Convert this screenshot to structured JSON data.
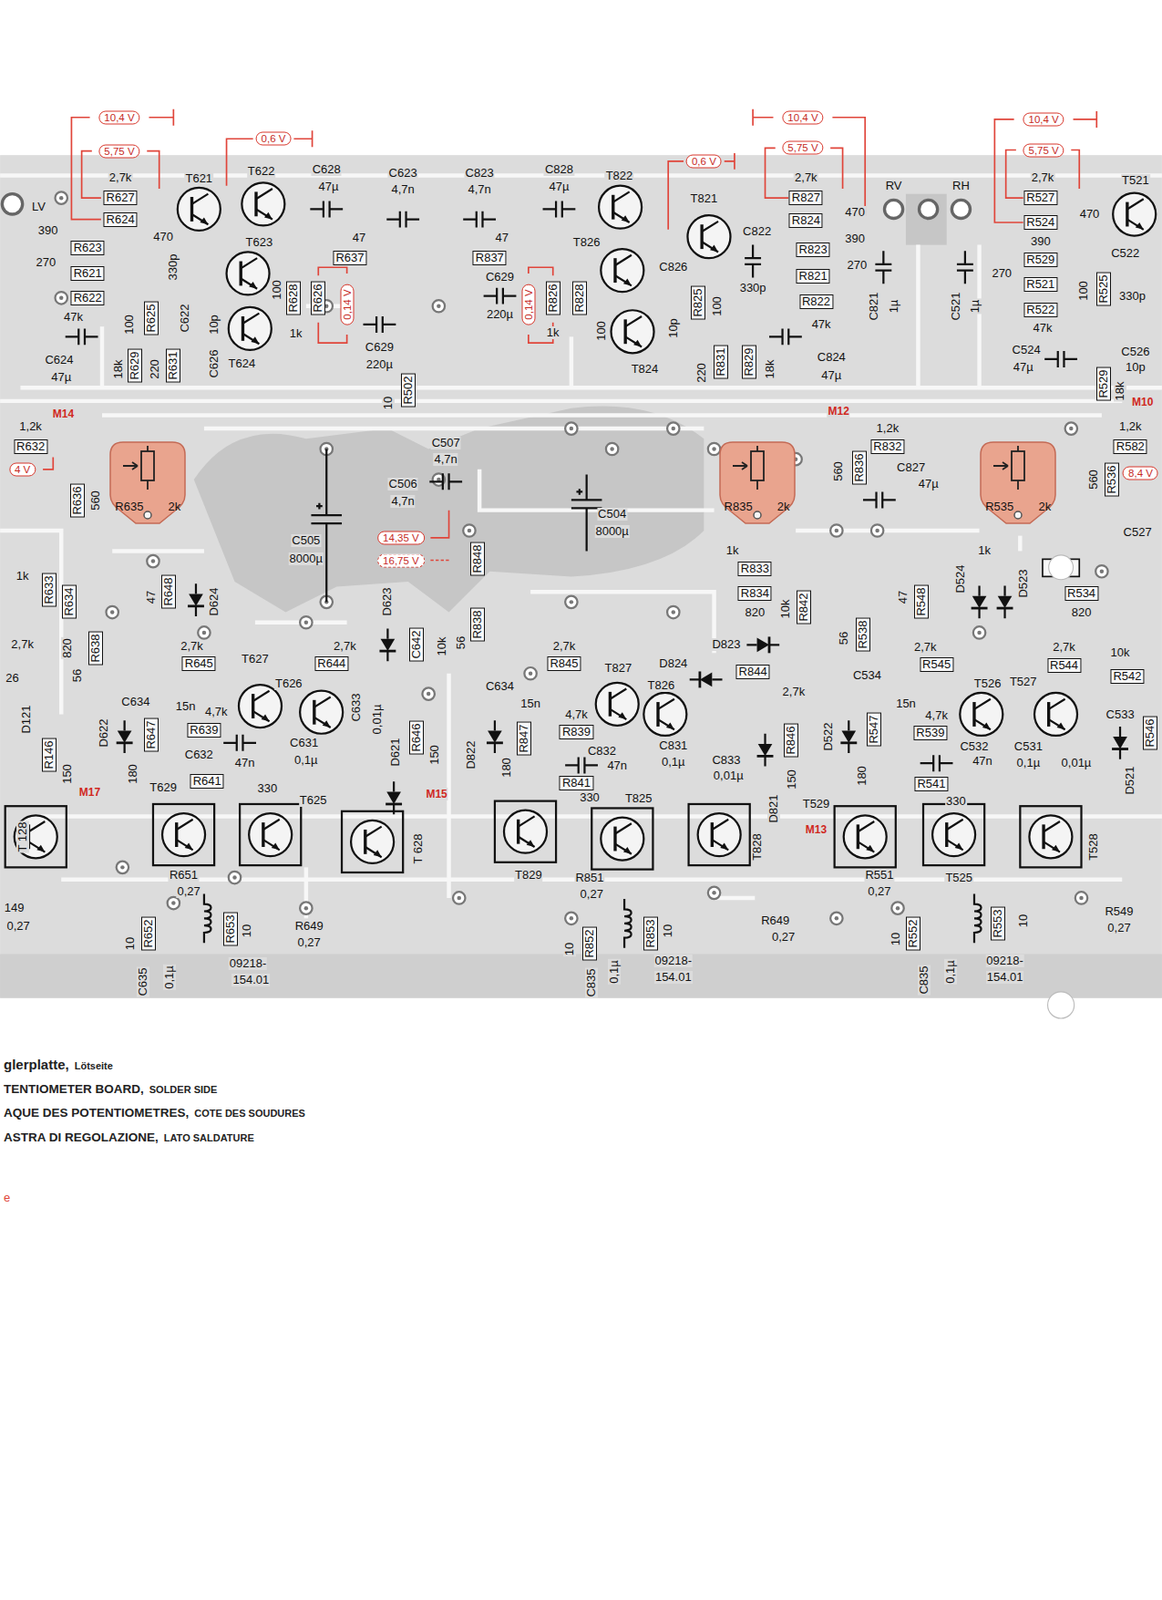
{
  "diagram": {
    "nodes": [
      {
        "text": [
          "10,4 V"
        ]
      },
      {
        "text": [
          "10,4 V"
        ]
      },
      {
        "text": [
          "10,4 V"
        ]
      },
      {
        "text": [
          "0,6 V"
        ]
      },
      {
        "text": [
          "5,75 V"
        ]
      },
      {
        "text": [
          "5,75 V"
        ]
      },
      {
        "text": [
          "5,75 V"
        ]
      },
      {
        "text": [
          "0,6 V"
        ]
      },
      {
        "text": [
          "R627"
        ]
      },
      {
        "text": [
          "R827"
        ]
      },
      {
        "text": [
          "R527"
        ]
      },
      {
        "text": [
          "R624"
        ]
      },
      {
        "text": [
          "R824"
        ]
      },
      {
        "text": [
          "R524"
        ]
      },
      {
        "text": [
          "R623"
        ]
      },
      {
        "text": [
          "R637"
        ]
      },
      {
        "text": [
          "R837"
        ]
      },
      {
        "text": [
          "R823"
        ]
      },
      {
        "text": [
          "R529"
        ]
      },
      {
        "text": [
          "R621"
        ]
      },
      {
        "text": [
          "R821"
        ]
      },
      {
        "text": [
          "R521"
        ]
      },
      {
        "text": [
          "R622"
        ]
      },
      {
        "text": [
          "R822"
        ]
      },
      {
        "text": [
          "R522"
        ]
      },
      {
        "text": [
          "R625"
        ]
      },
      {
        "text": [
          "R628"
        ]
      },
      {
        "text": [
          "R626"
        ]
      },
      {
        "text": [
          "0,14 V"
        ]
      },
      {
        "text": [
          "0,14 V"
        ]
      },
      {
        "text": [
          "R826"
        ]
      },
      {
        "text": [
          "R828"
        ]
      },
      {
        "text": [
          "R825"
        ]
      },
      {
        "text": [
          "R525"
        ]
      },
      {
        "text": [
          "R629"
        ]
      },
      {
        "text": [
          "R631"
        ]
      },
      {
        "text": [
          "R831"
        ]
      },
      {
        "text": [
          "R829"
        ]
      },
      {
        "text": [
          "R529"
        ]
      },
      {
        "text": [
          "R502"
        ]
      },
      {
        "text": [
          "R632"
        ]
      },
      {
        "text": [
          "R832"
        ]
      },
      {
        "text": [
          "R582"
        ]
      },
      {
        "text": [
          "4 V"
        ]
      },
      {
        "text": [
          "R635",
          "2k"
        ]
      },
      {
        "text": [
          "R636"
        ]
      },
      {
        "text": [
          "R835",
          "2k"
        ]
      },
      {
        "text": [
          "R836"
        ]
      },
      {
        "text": [
          "R535",
          "2k"
        ]
      },
      {
        "text": [
          "R536"
        ]
      },
      {
        "text": [
          "8,4 V"
        ]
      },
      {
        "text": [
          "14,35 V"
        ]
      },
      {
        "text": [
          "16,75 V"
        ]
      },
      {
        "text": [
          "R848"
        ]
      },
      {
        "text": [
          "R833"
        ]
      },
      {
        "text": [
          "R534"
        ]
      },
      {
        "text": [
          "R834"
        ]
      },
      {
        "text": [
          "R633"
        ]
      },
      {
        "text": [
          "R648"
        ]
      },
      {
        "text": [
          "R634"
        ]
      },
      {
        "text": [
          "R842"
        ]
      },
      {
        "text": [
          "R548"
        ]
      },
      {
        "text": [
          "C642"
        ]
      },
      {
        "text": [
          "R638"
        ]
      },
      {
        "text": [
          "R838"
        ]
      },
      {
        "text": [
          "R538"
        ]
      },
      {
        "text": [
          "R645"
        ]
      },
      {
        "text": [
          "R644"
        ]
      },
      {
        "text": [
          "R845"
        ]
      },
      {
        "text": [
          "R545"
        ]
      },
      {
        "text": [
          "R544"
        ]
      },
      {
        "text": [
          "R844"
        ]
      },
      {
        "text": [
          "R542"
        ]
      },
      {
        "text": [
          "R647"
        ]
      },
      {
        "text": [
          "R639"
        ]
      },
      {
        "text": [
          "R847"
        ]
      },
      {
        "text": [
          "R839"
        ]
      },
      {
        "text": [
          "R539"
        ]
      },
      {
        "text": [
          "R547"
        ]
      },
      {
        "text": [
          "R646"
        ]
      },
      {
        "text": [
          "R846"
        ]
      },
      {
        "text": [
          "R546"
        ]
      },
      {
        "text": [
          "R146"
        ]
      },
      {
        "text": [
          "R641"
        ]
      },
      {
        "text": [
          "R841"
        ]
      },
      {
        "text": [
          "R541"
        ]
      },
      {
        "text": [
          "R653"
        ]
      },
      {
        "text": [
          "R652"
        ]
      },
      {
        "text": [
          "R852"
        ]
      },
      {
        "text": [
          "R853"
        ]
      },
      {
        "text": [
          "R552"
        ]
      },
      {
        "text": [
          "R553"
        ]
      }
    ],
    "labels": [
      "LV",
      "390",
      "270",
      "47k",
      "2,7k",
      "470",
      "330p",
      "T621",
      "T622",
      "C628",
      "47µ",
      "C623",
      "4,7n",
      "C823",
      "4,7n",
      "C828",
      "47µ",
      "T822",
      "T821",
      "C822",
      "330p",
      "2,7k",
      "470",
      "390",
      "270",
      "47k",
      "RV",
      "RH",
      "2,7k",
      "470",
      "T521",
      "390",
      "270",
      "47k",
      "100",
      "C522",
      "330p",
      "47",
      "47",
      "T623",
      "T826",
      "100",
      "C622",
      "10p",
      "C626",
      "100",
      "1k",
      "T624",
      "C629",
      "220µ",
      "C629",
      "220µ",
      "1k",
      "100",
      "C826",
      "10p",
      "100",
      "T824",
      "220",
      "18k",
      "C824",
      "47µ",
      "C821",
      "1µ",
      "C521",
      "1µ",
      "C624",
      "47µ",
      "18k",
      "220",
      "10",
      "C524",
      "47µ",
      "C526",
      "10p",
      "18k",
      "M14",
      "M12",
      "M10",
      "1,2k",
      "1,2k",
      "1,2k",
      "560",
      "560",
      "C827",
      "47µ",
      "560",
      "C527",
      "C507",
      "4,7n",
      "C506",
      "4,7n",
      "C505",
      "8000µ",
      "C504",
      "8000µ",
      "1k",
      "820",
      "56",
      "47",
      "D624",
      "D623",
      "10k",
      "56",
      "2,7k",
      "26",
      "2,7k",
      "T627",
      "2,7k",
      "T626",
      "C634",
      "15n",
      "4,7k",
      "D622",
      "C632",
      "47n",
      "C631",
      "0,1µ",
      "C633",
      "0,01µ",
      "D621",
      "150",
      "180",
      "330",
      "T625",
      "150",
      "D121",
      "T 128",
      "T629",
      "T 628",
      "M17",
      "M15",
      "R651",
      "0,27",
      "149",
      "0,27",
      "10",
      "C635",
      "0,1µ",
      "09218-",
      "154.01",
      "R649",
      "0,27",
      "10",
      "2,7k",
      "T827",
      "D824",
      "D823",
      "2,7k",
      "C634",
      "15n",
      "T826",
      "4,7k",
      "D822",
      "C832",
      "47n",
      "C831",
      "0,1µ",
      "C833",
      "0,01µ",
      "150",
      "D821",
      "180",
      "330",
      "T825",
      "T829",
      "T828",
      "M13",
      "T529",
      "R851",
      "0,27",
      "10",
      "C835",
      "0,1µ",
      "09218-",
      "154.01",
      "R649",
      "0,27",
      "10",
      "10k",
      "1k",
      "820",
      "1k",
      "820",
      "D524",
      "D523",
      "56",
      "47",
      "2,7k",
      "2,7k",
      "T526",
      "10k",
      "C534",
      "15n",
      "4,7k",
      "D522",
      "C533",
      "C532",
      "47n",
      "C531",
      "0,1µ",
      "0,01µ",
      "T527",
      "D521",
      "180",
      "330",
      "T525",
      "T528",
      "R551",
      "0,27",
      "10",
      "C835",
      "0,1µ",
      "09218-",
      "154.01",
      "R549",
      "0,27",
      "10",
      "glerplatte,",
      "Lötseite",
      "TENTIOMETER BOARD,",
      "SOLDER SIDE",
      "AQUE DES POTENTIOMETRES,",
      "COTE DES SOUDURES",
      "ASTRA DI REGOLAZIONE,",
      "LATO SALDATURE",
      "e"
    ]
  }
}
